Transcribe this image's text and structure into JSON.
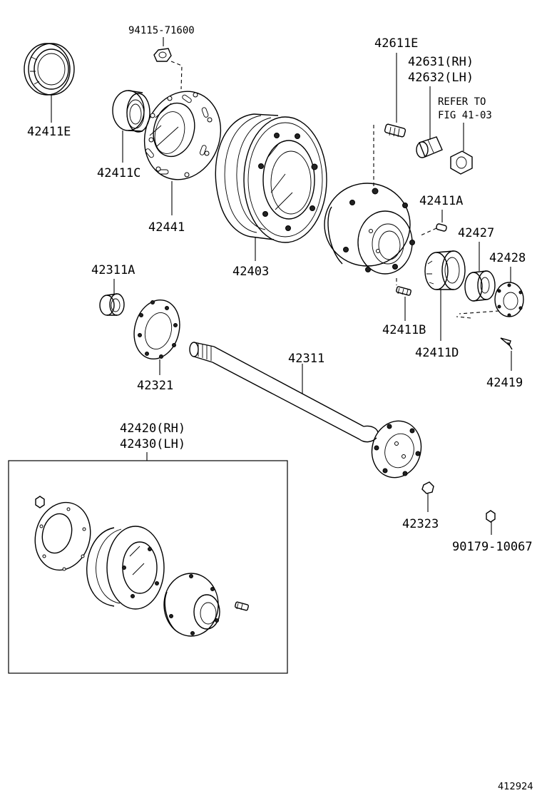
{
  "diagram": {
    "figure_id": "412924",
    "callouts": {
      "p94115": "94115-71600",
      "p42411E": "42411E",
      "p42411C": "42411C",
      "p42441": "42441",
      "p42403": "42403",
      "p42611E": "42611E",
      "p42631": "42631(RH)",
      "p42632": "42632(LH)",
      "refer1": "REFER TO",
      "refer2": "FIG 41-03",
      "p42411A": "42411A",
      "p42427": "42427",
      "p42428": "42428",
      "p42311A": "42311A",
      "p42411B": "42411B",
      "p42411D": "42411D",
      "p42419": "42419",
      "p42321": "42321",
      "p42311": "42311",
      "p42420": "42420(RH)",
      "p42430": "42430(LH)",
      "p42323": "42323",
      "p90179": "90179-10067"
    }
  }
}
